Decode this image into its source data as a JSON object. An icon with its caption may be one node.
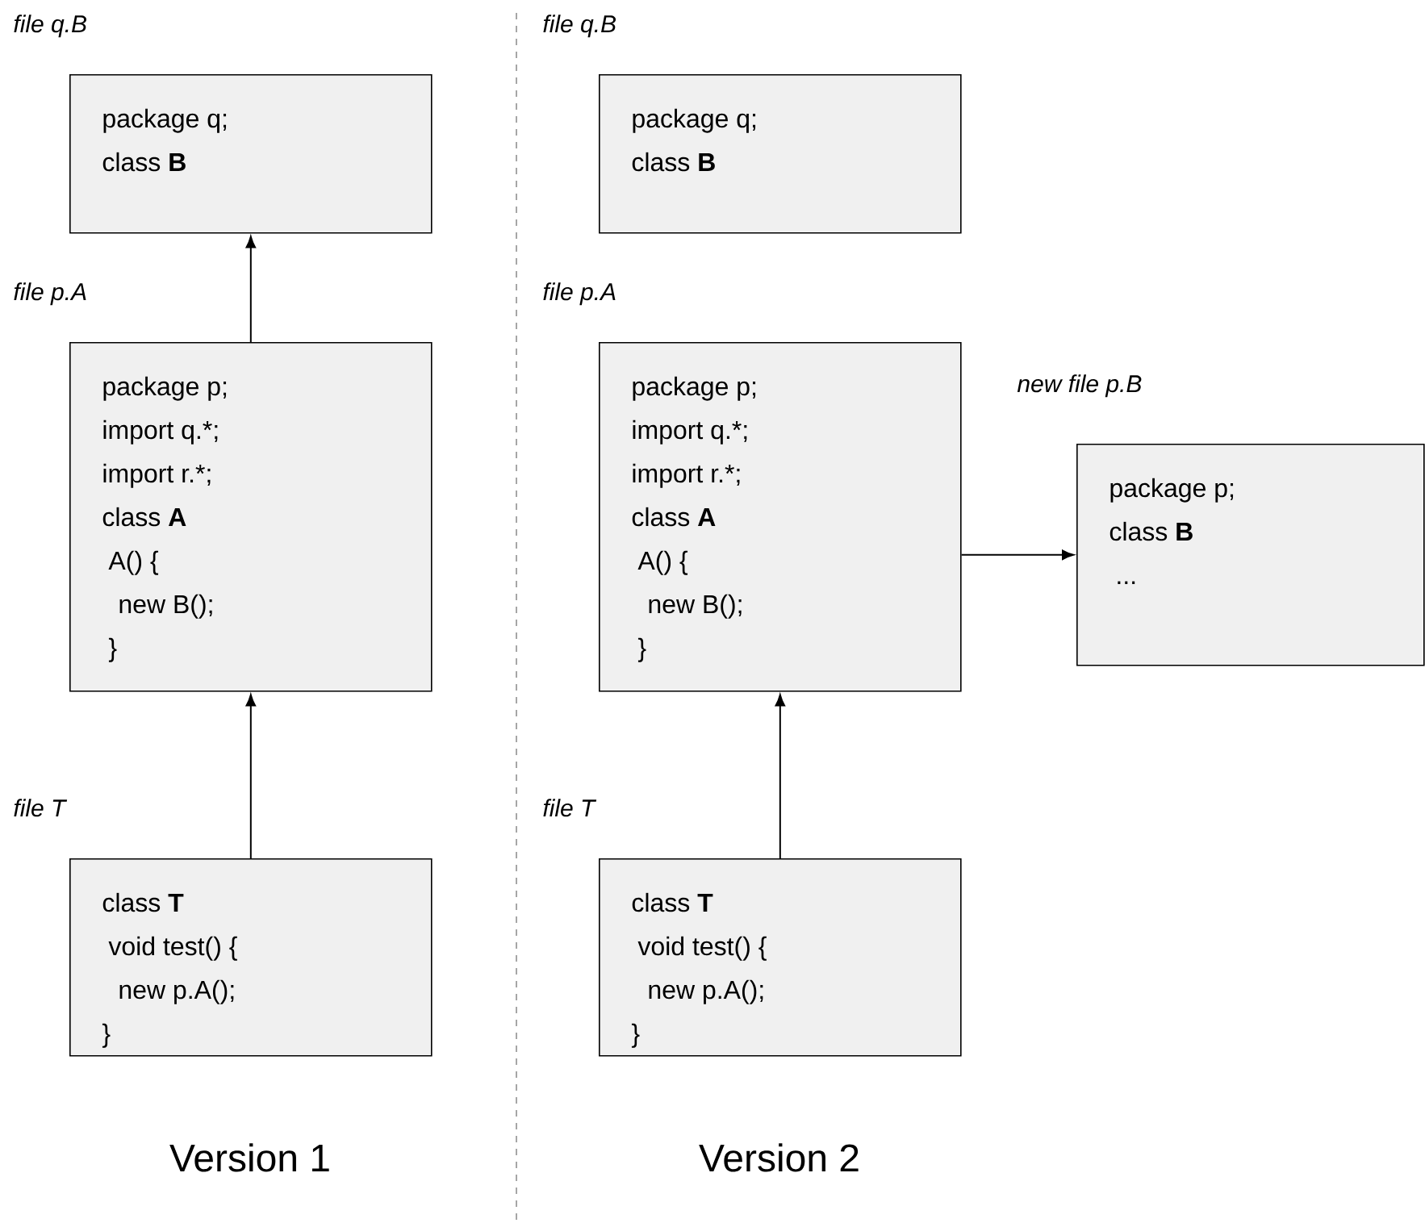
{
  "diagram": {
    "nodes": [
      {
        "text": [
          "file q.B",
          "package q;",
          "class **B**"
        ]
      },
      {
        "text": [
          "file p.A",
          "package p;",
          "import q.*;",
          "import r.*;",
          "class **A**",
          "A() {",
          "new B();",
          "}"
        ]
      },
      {
        "text": [
          "file T",
          "class **T**",
          "void test() {",
          "new p.A();",
          "}"
        ]
      },
      {
        "text": [
          "file q.B",
          "package q;",
          "class **B**"
        ]
      },
      {
        "text": [
          "file p.A",
          "package p;",
          "import q.*;",
          "import r.*;",
          "class **A**",
          "A() {",
          "new B();",
          "}"
        ]
      },
      {
        "text": [
          "new file p.B",
          "package p;",
          "class **B**",
          "..."
        ]
      },
      {
        "text": [
          "file T",
          "class **T**",
          "void test() {",
          "new p.A();",
          "}"
        ]
      }
    ],
    "edges": [
      {
        "from": 1,
        "to": 0,
        "arrow": "to"
      },
      {
        "from": 2,
        "to": 1,
        "arrow": "to"
      },
      {
        "from": 4,
        "to": 5,
        "arrow": "to"
      },
      {
        "from": 6,
        "to": 4,
        "arrow": "to"
      }
    ],
    "labels": [
      "Version 1",
      "Version 2"
    ]
  }
}
